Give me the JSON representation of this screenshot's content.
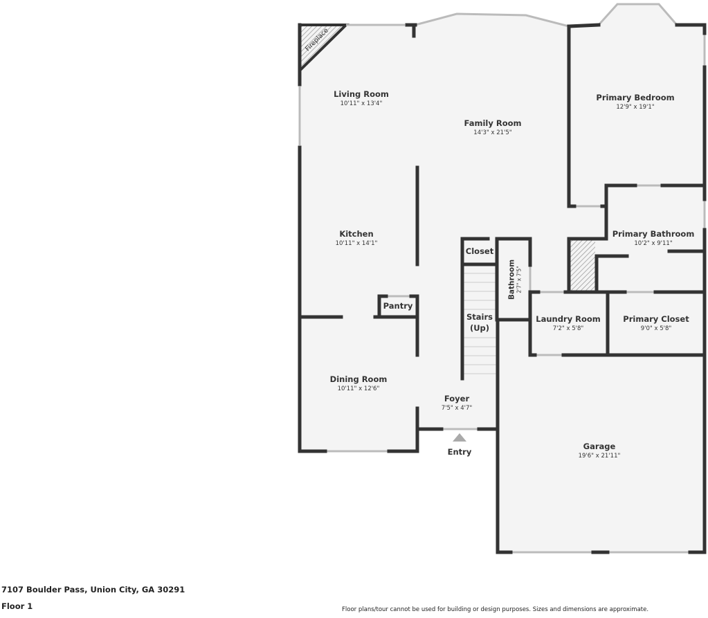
{
  "plan": {
    "rooms": [
      {
        "name": "Living Room",
        "size": "10'11\" x 13'4\""
      },
      {
        "name": "Family Room",
        "size": "14'3\" x 21'5\""
      },
      {
        "name": "Primary Bedroom",
        "size": "12'9\" x 19'1\""
      },
      {
        "name": "Kitchen",
        "size": "10'11\" x 14'1\""
      },
      {
        "name": "Primary Bathroom",
        "size": "10'2\" x 9'11\""
      },
      {
        "name": "Laundry Room",
        "size": "7'2\" x 5'8\""
      },
      {
        "name": "Primary Closet",
        "size": "9'0\" x 5'8\""
      },
      {
        "name": "Dining Room",
        "size": "10'11\" x 12'6\""
      },
      {
        "name": "Foyer",
        "size": "7'5\" x 4'7\""
      },
      {
        "name": "Garage",
        "size": "19'6\" x 21'11\""
      },
      {
        "name": "Bathroom",
        "size": "2'7\" x 7'5\""
      }
    ],
    "small_labels": {
      "closet": "Closet",
      "pantry": "Pantry",
      "stairs": "Stairs",
      "stairs_dir": "(Up)",
      "fireplace": "Fireplace",
      "entry": "Entry"
    },
    "colors": {
      "wall": "#333333",
      "floor": "#f4f4f4",
      "hatch": "#999999"
    }
  },
  "footer": {
    "address": "7107 Boulder Pass, Union City, GA 30291",
    "floor": "Floor 1",
    "disclaimer": "Floor plans/tour cannot be used for building or design purposes. Sizes and dimensions are approximate."
  }
}
